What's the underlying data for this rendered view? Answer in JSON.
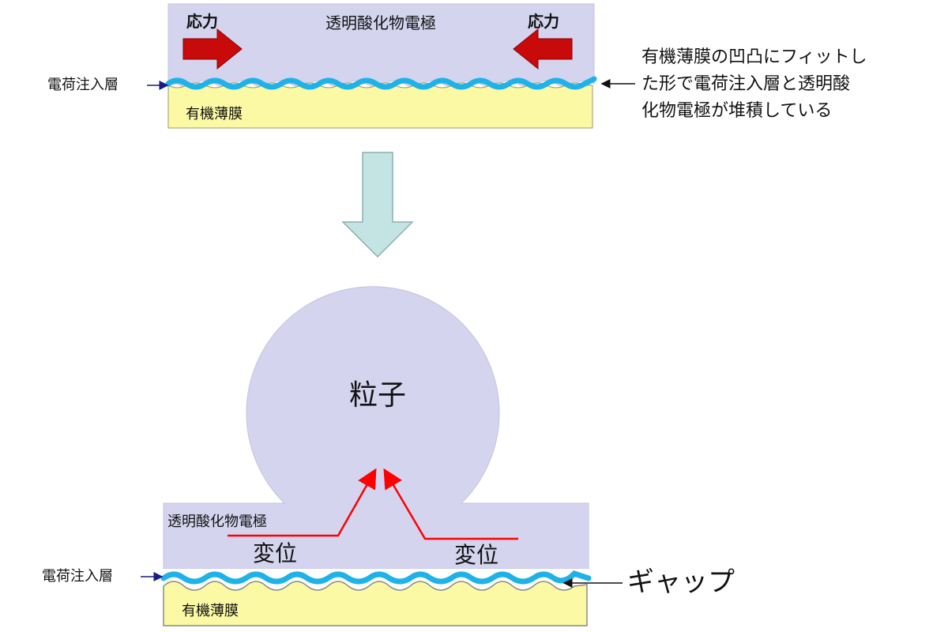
{
  "top": {
    "electrode_label": "透明酸化物電極",
    "stress_left": "応力",
    "stress_right": "応力",
    "injection_layer": "電荷注入層",
    "organic_film": "有機薄膜",
    "annotation": [
      "有機薄膜の凹凸にフィットし",
      "た形で電荷注入層と透明酸",
      "化物電極が堆積している"
    ]
  },
  "bottom": {
    "particle": "粒子",
    "electrode_label": "透明酸化物電極",
    "displacement_left": "変位",
    "displacement_right": "変位",
    "injection_layer": "電荷注入層",
    "organic_film": "有機薄膜",
    "gap": "ギャップ"
  },
  "colors": {
    "electrode": "#d4d4ef",
    "film": "#fbf9a4",
    "injection": "#1fb2e8",
    "stress_arrow": "#c90a0a",
    "process_arrow": "#c4e3e3",
    "displacement": "#ff0000"
  }
}
